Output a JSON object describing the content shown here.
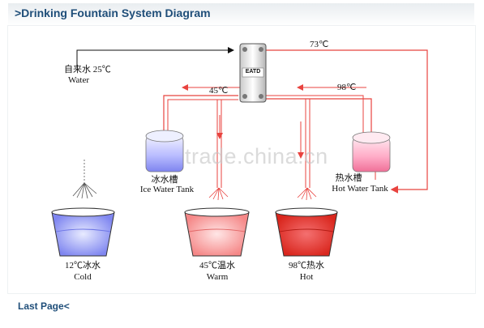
{
  "header": {
    "title": ">Drinking Fountain System Diagram"
  },
  "labels": {
    "tap_water_cn": "自来水 25℃",
    "tap_water_en": "Water",
    "t73": "73℃",
    "t45": "45℃",
    "t98": "98℃",
    "heat_exchanger": "EATD",
    "ice_tank_cn": "冰水槽",
    "ice_tank_en": "Ice Water Tank",
    "hot_tank_cn": "热水槽",
    "hot_tank_en": "Hot Water Tank",
    "cold_cn": "12℃冰水",
    "cold_en": "Cold",
    "warm_cn": "45℃温水",
    "warm_en": "Warm",
    "hot_cn": "98℃热水",
    "hot_en": "Hot"
  },
  "watermark": "trade.china.cn",
  "footer": {
    "last_page": "Last Page<"
  },
  "colors": {
    "pipe_red": "#e8433f",
    "pipe_black": "#111111",
    "title_blue": "#1f4e79",
    "ice_blue": "#9aa2ff",
    "hot_pink": "#ff8db3"
  }
}
